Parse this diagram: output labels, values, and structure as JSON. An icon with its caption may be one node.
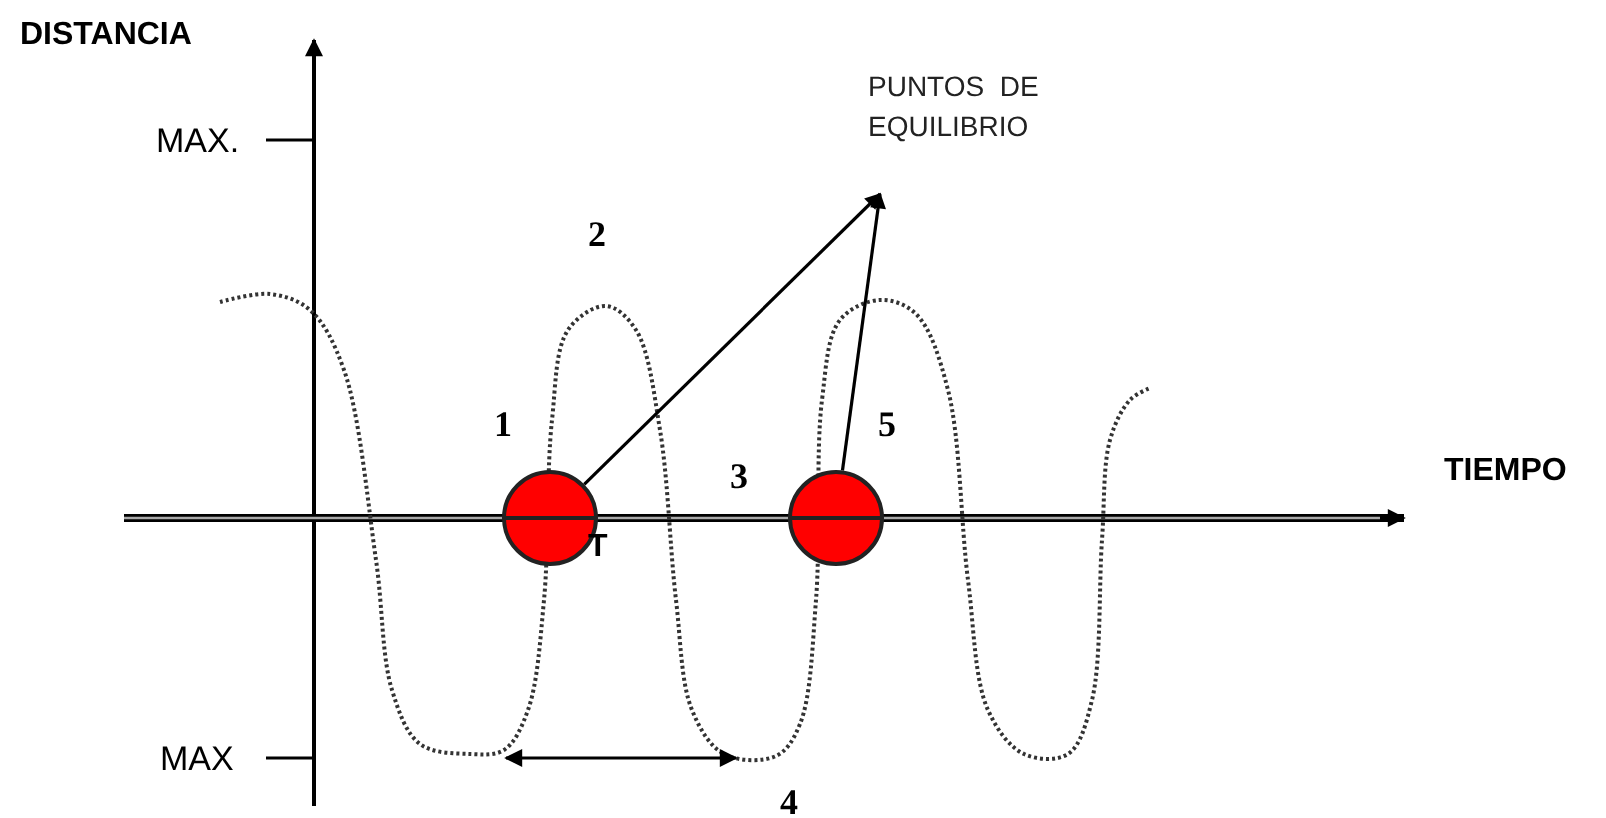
{
  "diagram": {
    "nodes": [
      {
        "text": [
          "PUNTOS  DE EQUILIBRIO"
        ]
      },
      {
        "text": [],
        "shape": "circle"
      },
      {
        "text": [],
        "shape": "circle"
      }
    ],
    "edges": [
      {
        "from": 1,
        "to": 0,
        "arrow": "to"
      },
      {
        "from": 2,
        "to": 0,
        "arrow": "to"
      }
    ],
    "labels": [
      "DISTANCIA",
      "MAX.",
      "2",
      "1",
      "5",
      "3",
      "TIEMPO",
      "T",
      "MAX",
      "4"
    ]
  }
}
